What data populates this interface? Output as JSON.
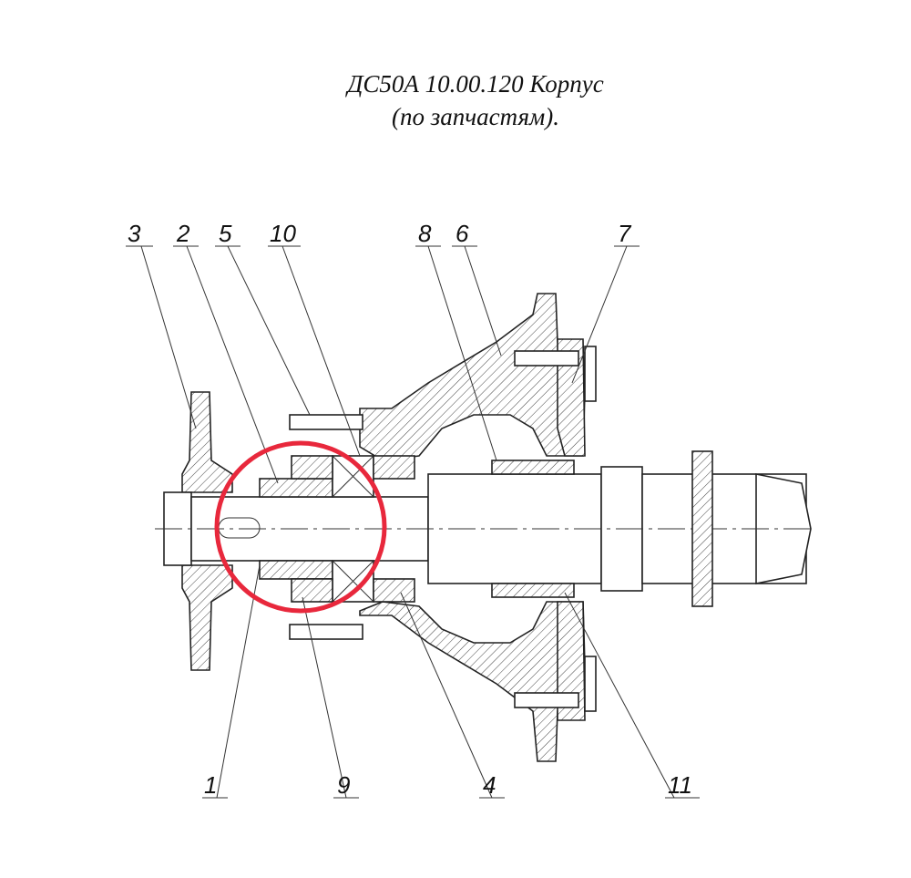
{
  "title": {
    "line1": "ДС50А 10.00.120 Корпус",
    "line2": "(по запчастям)."
  },
  "callouts": [
    {
      "id": "3",
      "label": "3"
    },
    {
      "id": "2",
      "label": "2"
    },
    {
      "id": "5",
      "label": "5"
    },
    {
      "id": "10",
      "label": "10"
    },
    {
      "id": "8",
      "label": "8"
    },
    {
      "id": "6",
      "label": "6"
    },
    {
      "id": "7",
      "label": "7"
    },
    {
      "id": "1",
      "label": "1"
    },
    {
      "id": "9",
      "label": "9"
    },
    {
      "id": "4",
      "label": "4"
    },
    {
      "id": "11",
      "label": "11"
    }
  ],
  "highlight": {
    "color": "#e8283c"
  }
}
